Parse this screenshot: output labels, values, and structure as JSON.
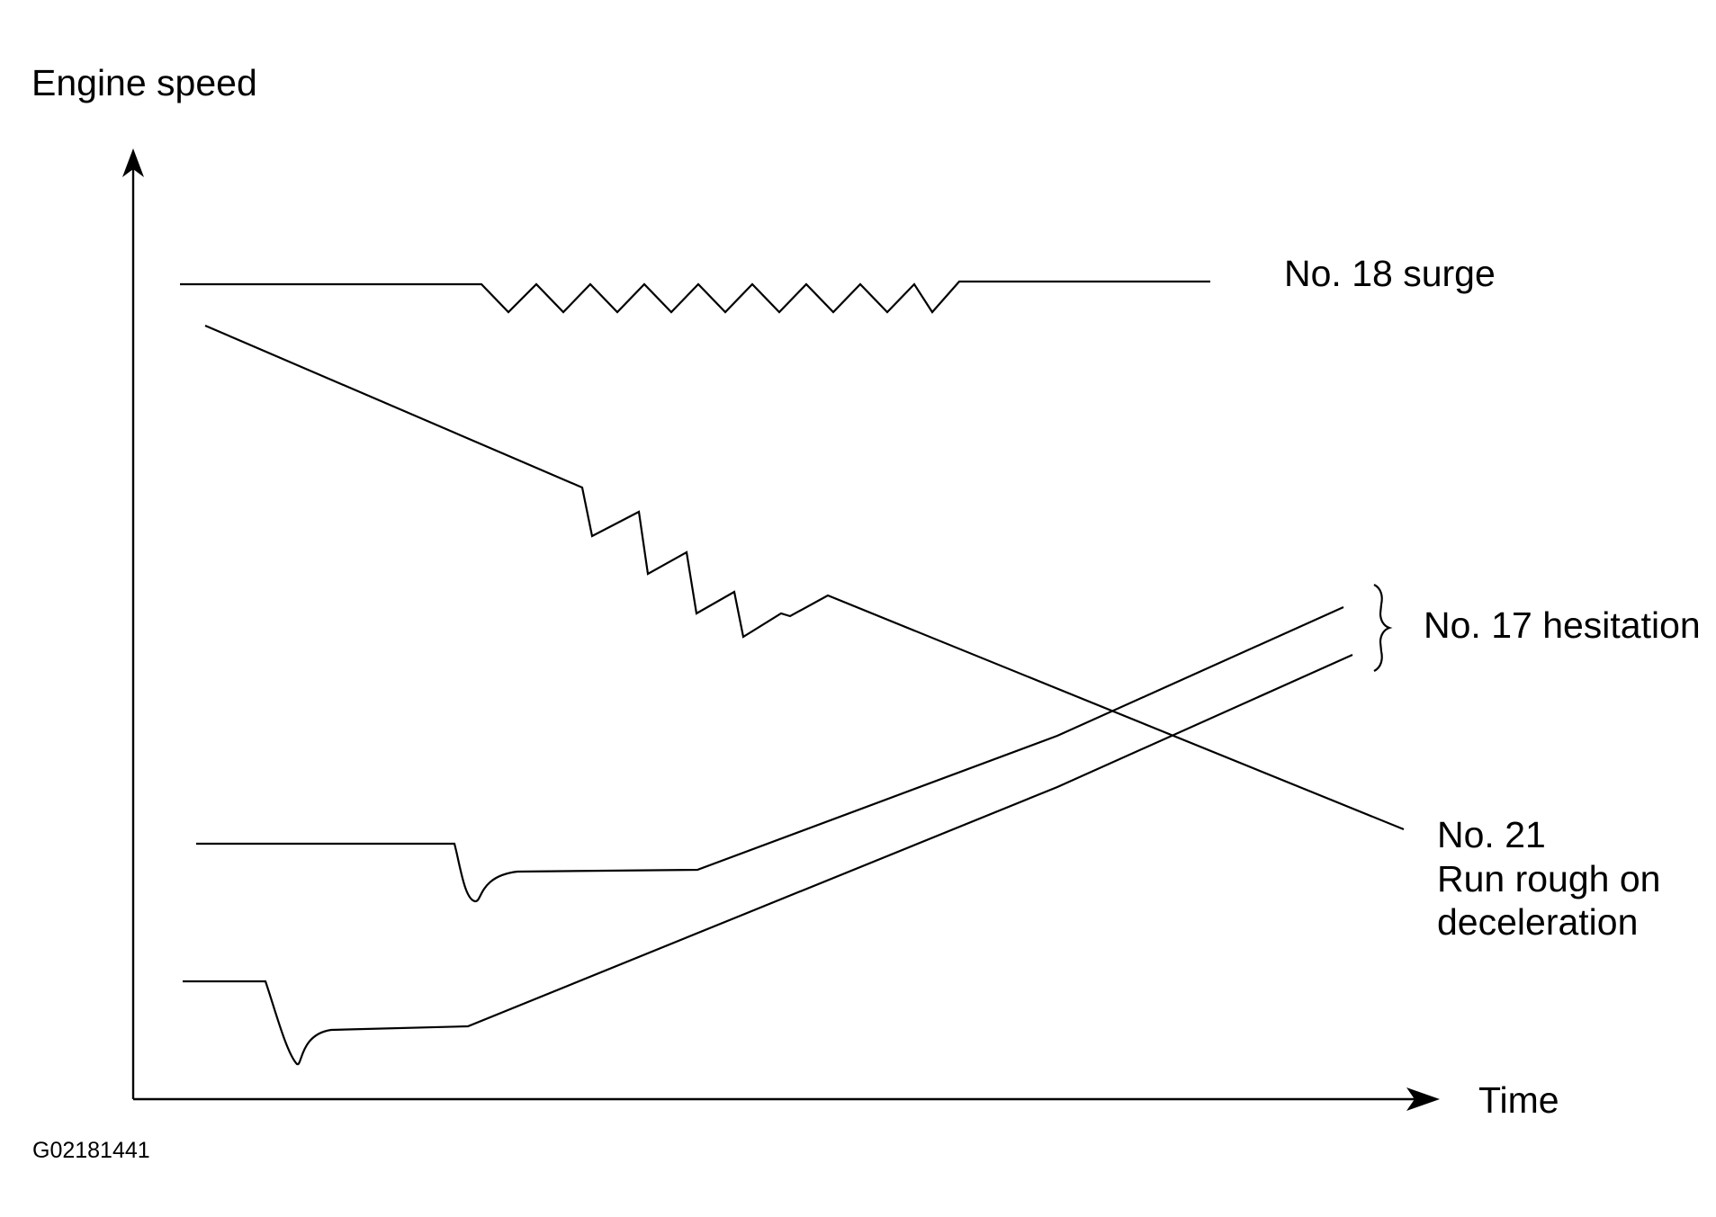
{
  "diagram": {
    "y_axis_label": "Engine speed",
    "x_axis_label": "Time",
    "figure_id": "G02181441",
    "labels": {
      "surge": "No. 18 surge",
      "hesitation": "No. 17 hesitation",
      "rough_line1": "No. 21",
      "rough_line2": "Run rough on",
      "rough_line3": "deceleration"
    }
  }
}
